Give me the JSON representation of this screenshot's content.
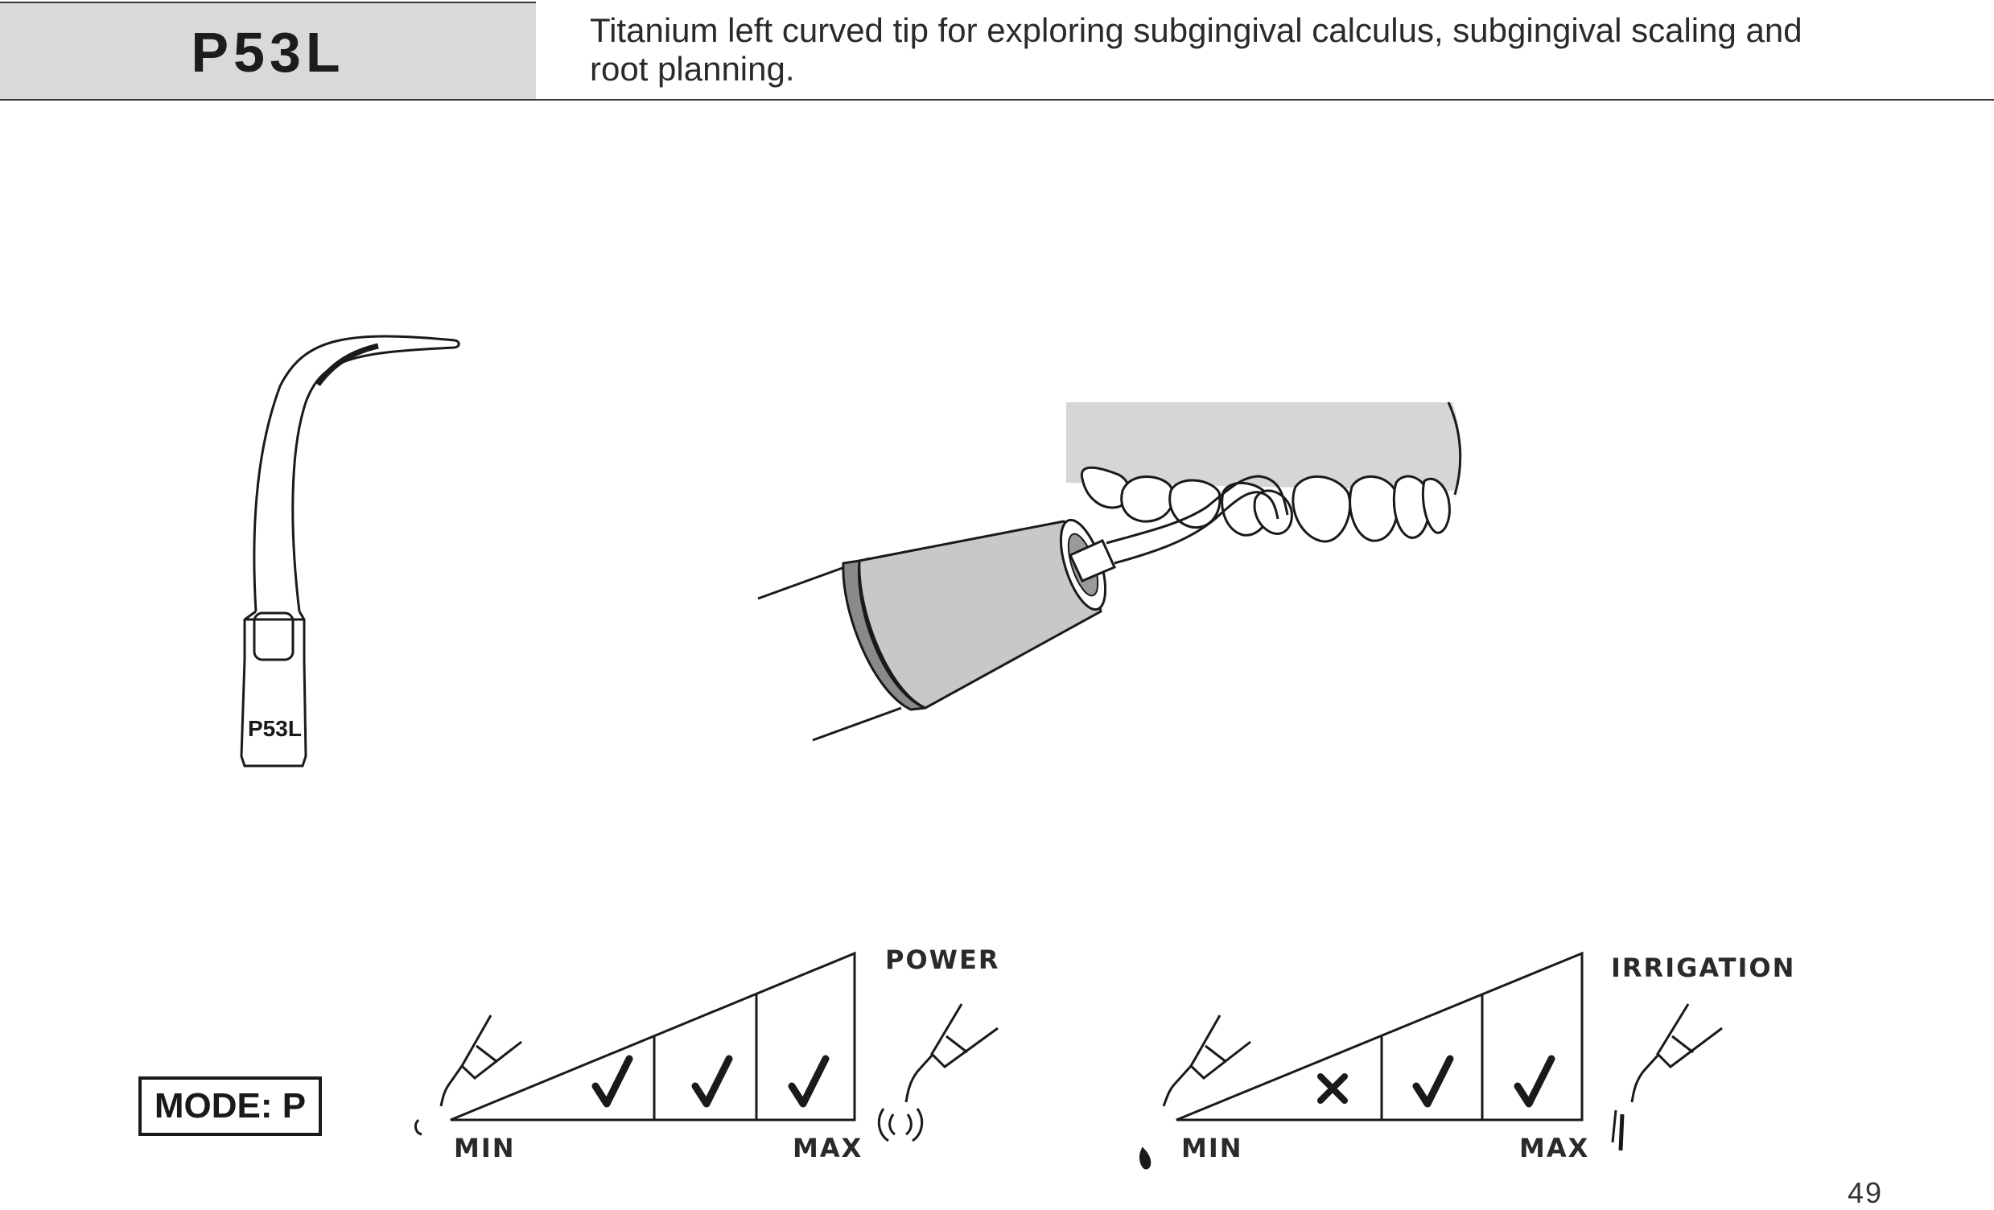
{
  "header": {
    "code": "P53L",
    "description_line1": "Titanium left curved tip for exploring subgingival calculus, subgingival scaling and",
    "description_line2": "root planning."
  },
  "tip_illustration": {
    "engraved_label": "P53L"
  },
  "mode": {
    "label": "MODE: P"
  },
  "power_scale": {
    "title": "POWER",
    "min_label": "MIN",
    "max_label": "MAX",
    "levels": [
      "check",
      "check",
      "check"
    ]
  },
  "irrigation_scale": {
    "title": "IRRIGATION",
    "min_label": "MIN",
    "max_label": "MAX",
    "levels": [
      "cross",
      "check",
      "check"
    ]
  },
  "page_number": "49"
}
